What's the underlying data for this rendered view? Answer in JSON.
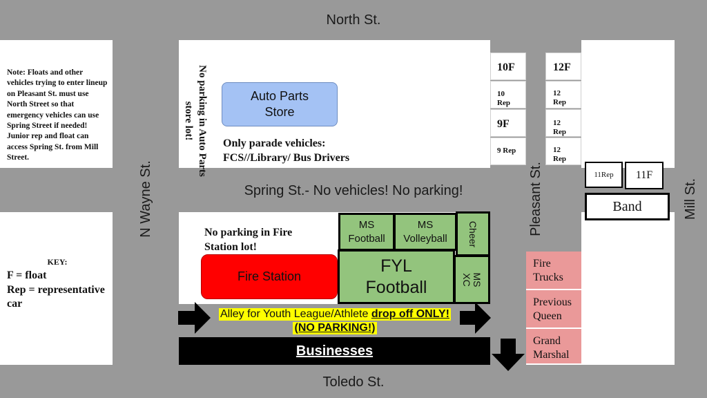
{
  "streets": {
    "north": "North St.",
    "spring": "Spring St.- No vehicles! No parking!",
    "toledo": "Toledo St.",
    "wayne": "N Wayne St.",
    "pleasant": "Pleasant St.",
    "mill": "Mill St."
  },
  "note": "Note: Floats and other vehicles trying to enter lineup on Pleasant St. must use North Street  so that emergency vehicles can use Spring Street if needed! Junior rep and float can access Spring St. from Mill Street.",
  "key": {
    "title": "KEY:",
    "float": "F = float",
    "rep": "Rep = representative car"
  },
  "auto_parts": {
    "store": "Auto Parts Store",
    "no_parking": "No parking in Auto Parts store lot!",
    "parade_vehicles_line1": "Only parade vehicles:",
    "parade_vehicles_line2": "FCS//Library/ Bus Drivers"
  },
  "fire_station": {
    "name": "Fire Station",
    "no_parking": "No parking in Fire Station lot!"
  },
  "fields": {
    "ms_football": "MS Football",
    "ms_volleyball": "MS Volleyball",
    "cheer": "Cheer",
    "fyl_football": "FYL Football",
    "ms_xc": "MS XC"
  },
  "alley": {
    "line1_normal": "Alley for Youth League/Athlete ",
    "line1_emph": "drop off ONLY!",
    "line2": "(NO PARKING!)"
  },
  "businesses": "Businesses",
  "lineup": {
    "left": [
      "10F",
      "10 Rep",
      "9F",
      "9 Rep"
    ],
    "right": [
      "12F",
      "12 Rep",
      "12 Rep",
      "12 Rep"
    ],
    "rep11": "11Rep",
    "float11": "11F",
    "band": "Band"
  },
  "emergency": {
    "fire_trucks": "Fire Trucks",
    "previous_queen": "Previous Queen",
    "grand_marshal": "Grand Marshal"
  },
  "colors": {
    "road": "#999999",
    "auto_parts": "#a4c2f4",
    "fire_station": "#ff0000",
    "fields": "#93c47d",
    "emergency": "#ea9999",
    "alley_highlight": "#ffff00",
    "businesses": "#000000"
  }
}
